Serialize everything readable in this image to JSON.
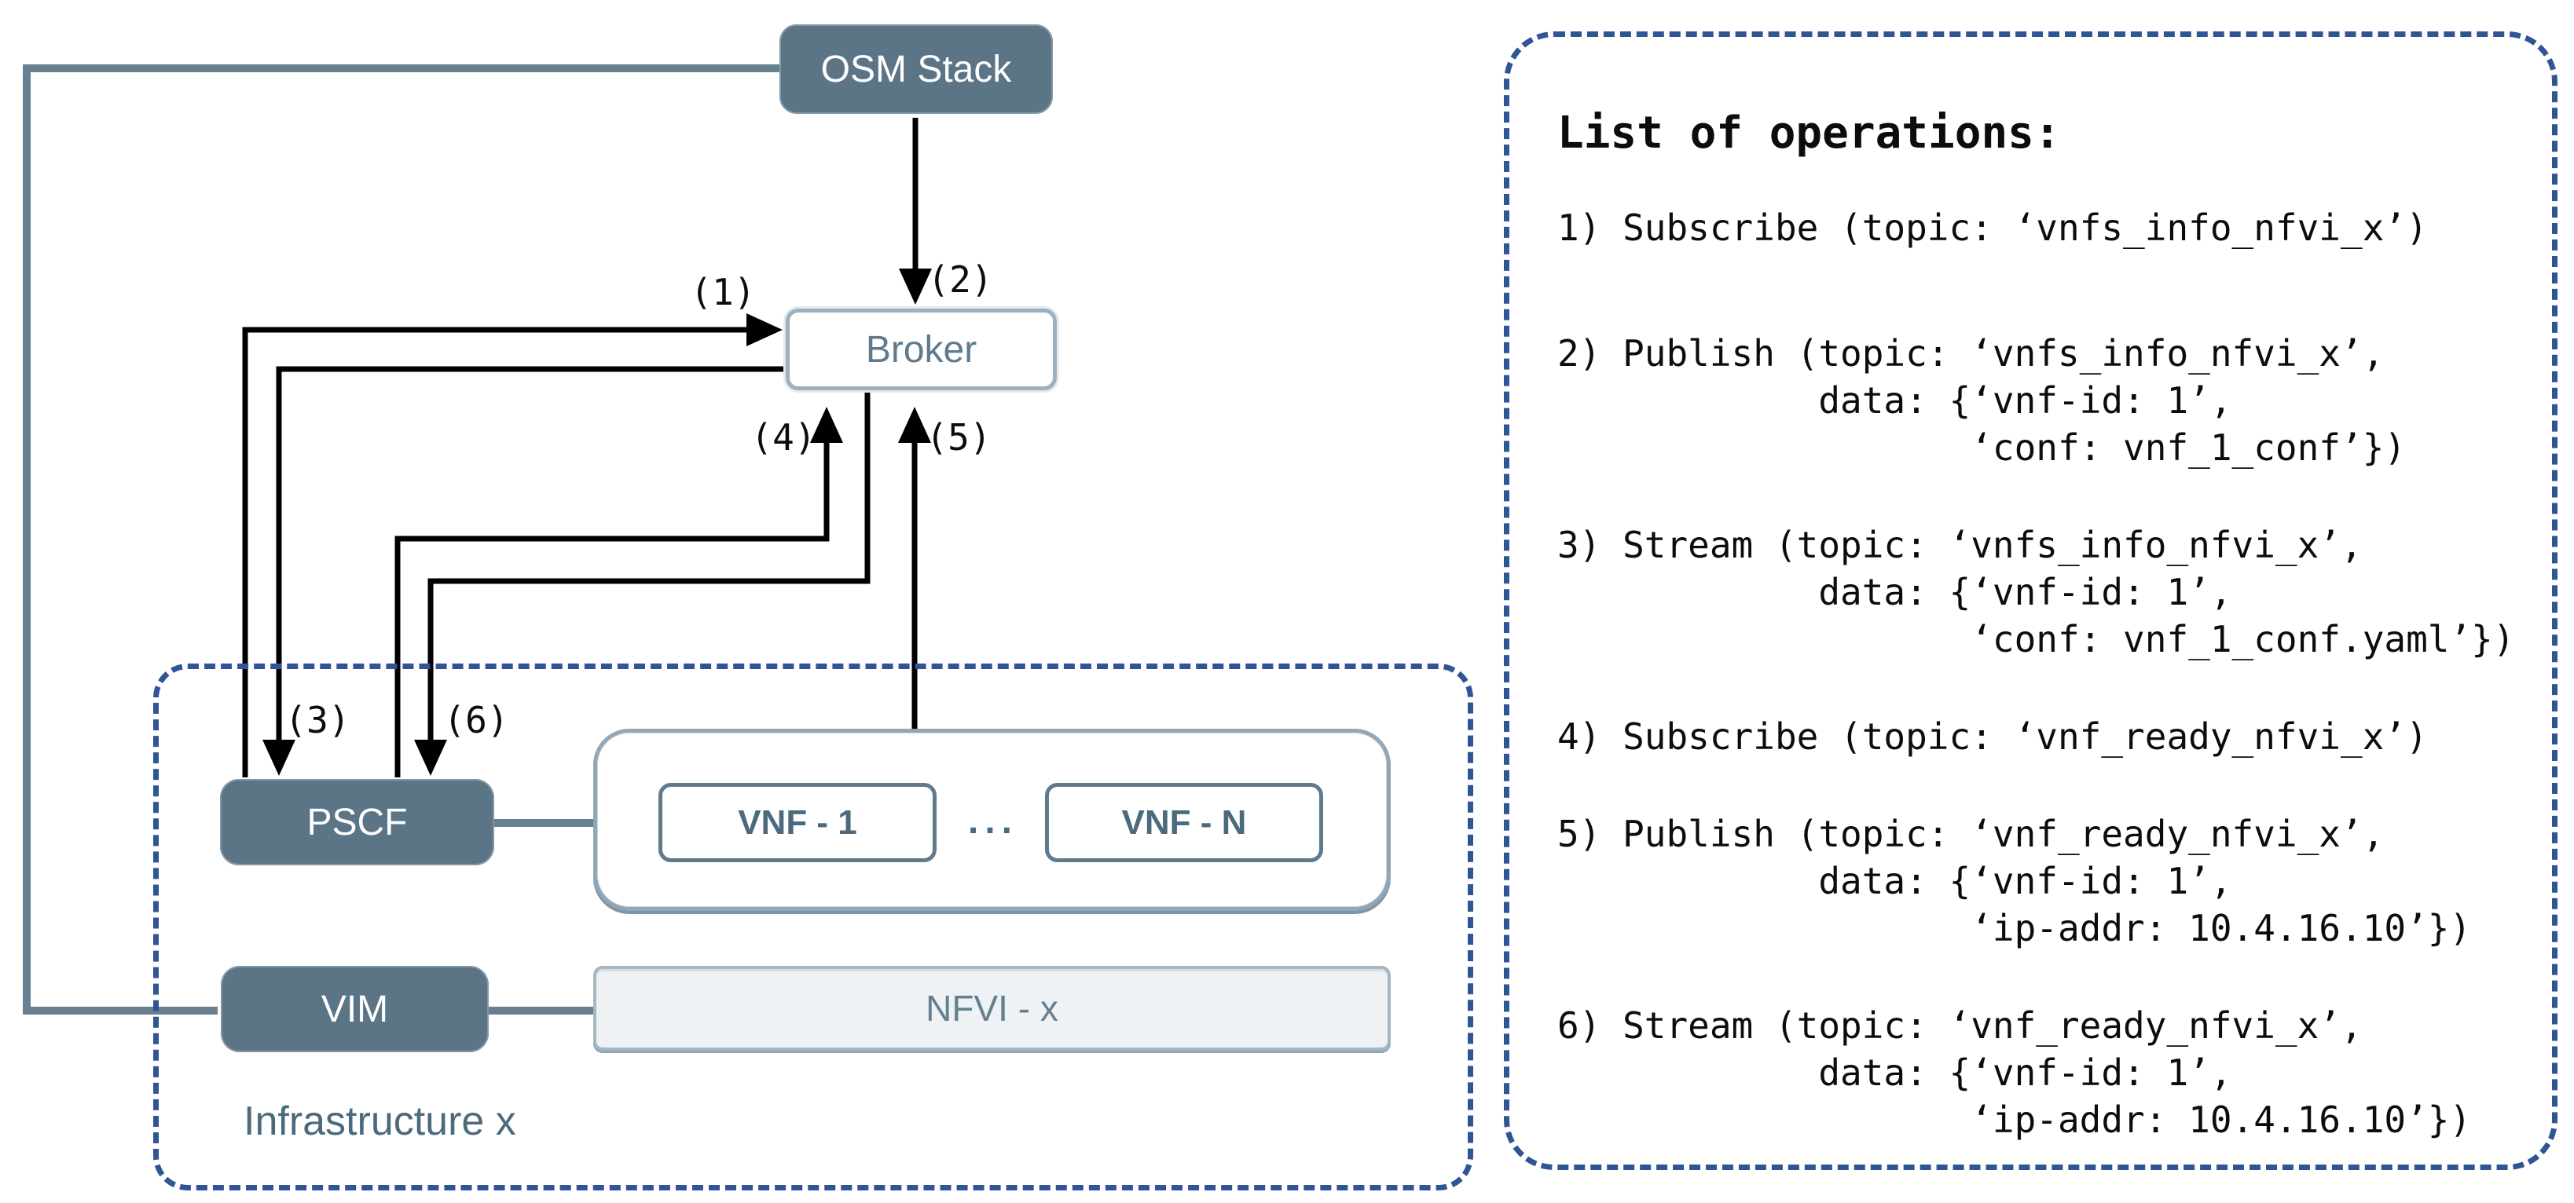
{
  "diagram": {
    "nodes": {
      "osm_stack": "OSM Stack",
      "broker": "Broker",
      "pscf": "PSCF",
      "vim": "VIM",
      "vnf_1": "VNF - 1",
      "vnf_ellipsis": "...",
      "vnf_n": "VNF - N",
      "nfvi": "NFVI - x",
      "infrastructure_label": "Infrastructure x"
    },
    "arrow_labels": {
      "a1": "(1)",
      "a2": "(2)",
      "a3": "(3)",
      "a4": "(4)",
      "a5": "(5)",
      "a6": "(6)"
    }
  },
  "operations_panel": {
    "title": "List of operations:",
    "items": [
      {
        "lines": [
          "1) Subscribe (topic: ‘vnfs_info_nfvi_x’)"
        ]
      },
      {
        "lines": [
          "2) Publish (topic: ‘vnfs_info_nfvi_x’,",
          "            data: {‘vnf-id: 1’,",
          "                   ‘conf: vnf_1_conf’})"
        ]
      },
      {
        "lines": [
          "3) Stream (topic: ‘vnfs_info_nfvi_x’,",
          "            data: {‘vnf-id: 1’,",
          "                   ‘conf: vnf_1_conf.yaml’})"
        ]
      },
      {
        "lines": [
          "4) Subscribe (topic: ‘vnf_ready_nfvi_x’)"
        ]
      },
      {
        "lines": [
          "5) Publish (topic: ‘vnf_ready_nfvi_x’,",
          "            data: {‘vnf-id: 1’,",
          "                   ‘ip-addr: 10.4.16.10’})"
        ]
      },
      {
        "lines": [
          "6) Stream (topic: ‘vnf_ready_nfvi_x’,",
          "            data: {‘vnf-id: 1’,",
          "                   ‘ip-addr: 10.4.16.10’})"
        ]
      }
    ]
  },
  "colors": {
    "node_fill": "#5b7486",
    "dashed_accent": "#2e5594",
    "connector_gray": "#68808f",
    "slate_text": "#5f7a8d",
    "line_black": "#000000"
  }
}
